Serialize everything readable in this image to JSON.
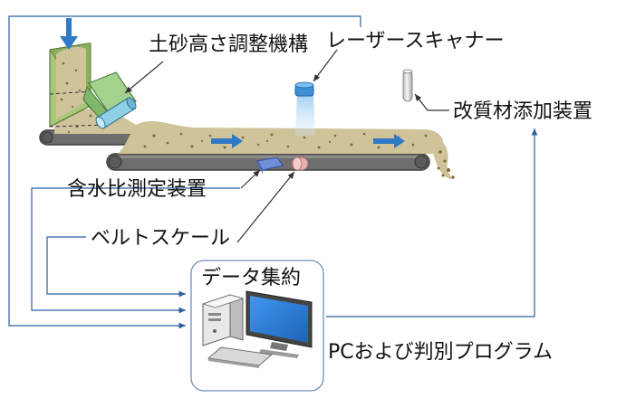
{
  "labels": {
    "soil_height_mechanism": "土砂高さ調整機構",
    "laser_scanner": "レーザースキャナー",
    "additive_device": "改質材添加装置",
    "moisture_device": "含水比測定装置",
    "belt_scale": "ベルトスケール",
    "data_collection": "データ集約",
    "pc_program": "PCおよび判別プログラム"
  },
  "colors": {
    "soil": "#cfc39a",
    "soil_dot": "#7d6a3c",
    "belt": "#6e6e6e",
    "belt_edge": "#3f3f3f",
    "hopper": "#a8c878",
    "roller_box": "#9fd08a",
    "roller_cyl": "#8fd0e8",
    "arrow_blue": "#2f79c6",
    "signal_line": "#2b5fa0",
    "laser": "#3d8fd6",
    "moisture_box": "#6f8fd8",
    "belt_scale_roller": "#e8b0b0",
    "additive_tube": "#e6e6e6",
    "monitor_screen": "#2f84e0",
    "frame_stroke": "#6f8fb8"
  },
  "icons": [
    "down-arrow-icon",
    "flow-arrow-icon",
    "laser-scanner-icon",
    "pc-tower-icon",
    "monitor-icon",
    "keyboard-icon"
  ]
}
